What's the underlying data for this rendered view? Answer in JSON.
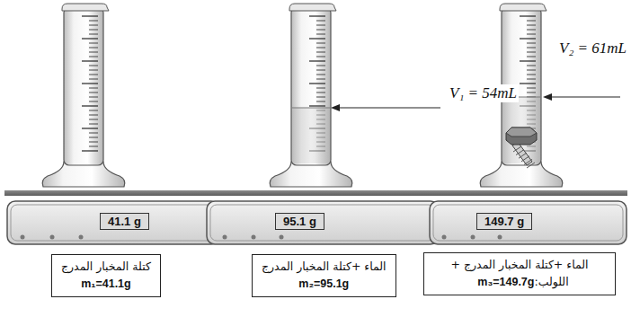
{
  "diagram": {
    "nodes": [
      {
        "text": [
          "41.1 g"
        ]
      },
      {
        "text": [
          "95.1 g"
        ]
      },
      {
        "text": [
          "149.7 g"
        ]
      },
      {
        "text": [
          "كتلة المخبار المدرج",
          "m₁=41.1g"
        ]
      },
      {
        "text": [
          "الماء +كتلة المخبار المدرج",
          "m₂=95.1g"
        ]
      },
      {
        "text": [
          "الماء +كتلة المخبار المدرج + اللولب:",
          "m₃=149.7g"
        ]
      }
    ],
    "labels": [
      "V₁ = 54mL",
      "V₂ = 61mL"
    ]
  }
}
